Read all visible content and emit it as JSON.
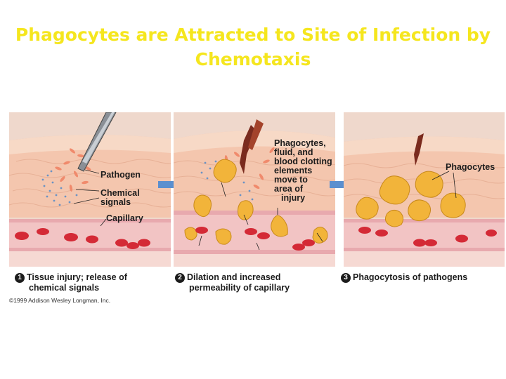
{
  "title": {
    "line1": "Phagocytes are Attracted to Site of Infection by",
    "line2": "Chemotaxis"
  },
  "panels": [
    {
      "labels": {
        "pathogen": "Pathogen",
        "chemical_1": "Chemical",
        "chemical_2": "signals",
        "capillary": "Capillary"
      },
      "step_number": "1",
      "caption_1": "Tissue injury; release of",
      "caption_2": "chemical signals"
    },
    {
      "labels": [
        "Phagocytes,",
        "fluid, and",
        "blood clotting",
        "elements",
        "move to",
        "area of",
        "injury"
      ],
      "step_number": "2",
      "caption_1": "Dilation and increased",
      "caption_2": "permeability of capillary"
    },
    {
      "labels": {
        "phagocytes": "Phagocytes"
      },
      "step_number": "3",
      "caption_1": "Phagocytosis of pathogens"
    }
  ],
  "copyright": "©1999 Addison Wesley Longman, Inc.",
  "colors": {
    "title": "#f5e61e",
    "skin": "#f1c9b0",
    "capillary": "#e5a0a6",
    "red_cell": "#d42a36",
    "phagocyte": "#f2b43a",
    "arrow": "#5b8fcf"
  }
}
